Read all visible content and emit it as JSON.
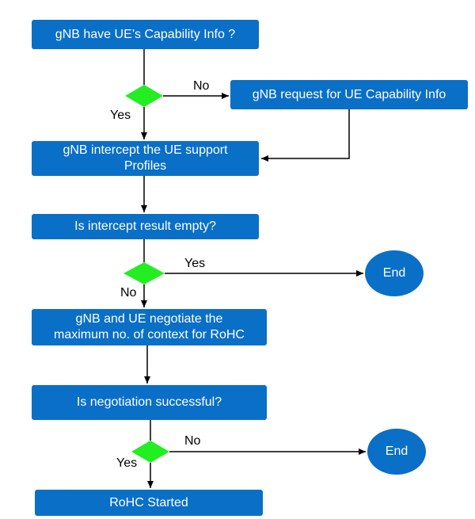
{
  "colors": {
    "box": "#0A6FC6",
    "decision": "#22EE22",
    "line": "#000000",
    "text_on_box": "#FFFFFF"
  },
  "nodes": {
    "have_caps": "gNB have UE’s Capability Info ?",
    "request_caps": "gNB request for UE Capability Info",
    "intercept_line1": "gNB intercept the UE support",
    "intercept_line2": "Profiles",
    "intercept_empty": "Is intercept result empty?",
    "end1": "End",
    "negotiate_line1": "gNB and UE negotiate the",
    "negotiate_line2": "maximum no. of context for RoHC",
    "negotiation_ok": "Is negotiation successful?",
    "end2": "End",
    "rohc_started": "RoHC Started"
  },
  "edges": {
    "d1_no": "No",
    "d1_yes": "Yes",
    "d2_yes": "Yes",
    "d2_no": "No",
    "d3_no": "No",
    "d3_yes": "Yes"
  }
}
